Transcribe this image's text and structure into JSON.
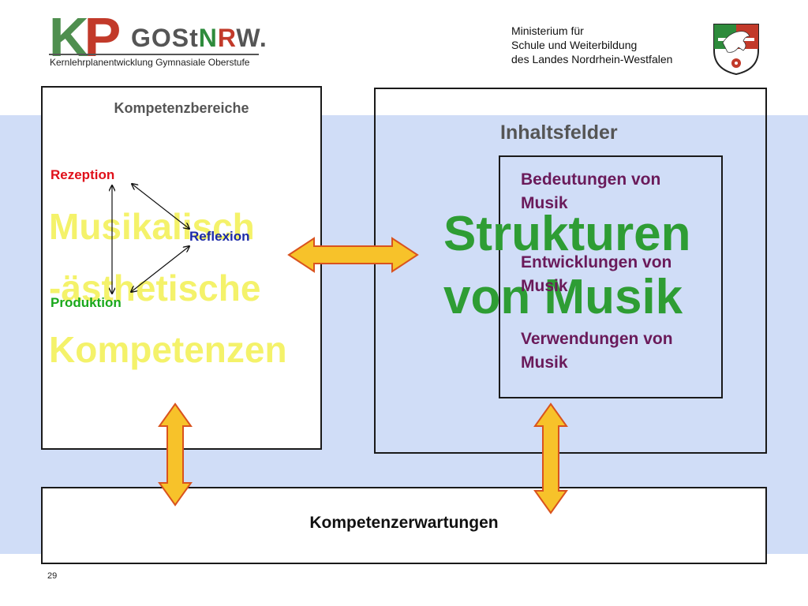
{
  "header": {
    "logo_k": "K",
    "logo_p": "P",
    "logo_gost_prefix": "GOSt",
    "logo_gost_n": "N",
    "logo_gost_r": "R",
    "logo_gost_w": "W.",
    "logo_subtitle": "Kernlehrplanentwicklung Gymnasiale Oberstufe",
    "ministry_line1": "Ministerium für",
    "ministry_line2": "Schule und Weiterbildung",
    "ministry_line3": "des Landes Nordrhein-Westfalen"
  },
  "left_box": {
    "title": "Kompetenzbereiche",
    "big_text_line1": "Musikalisch",
    "big_text_line2": "-ästhetische",
    "big_text_line3": "Kompetenzen",
    "node_rezeption": "Rezeption",
    "node_reflexion": "Reflexion",
    "node_produktion": "Produktion"
  },
  "right_box": {
    "title": "Inhaltsfelder",
    "big_text_line1": "Strukturen",
    "big_text_line2": "von Musik",
    "items": [
      {
        "line1": "Bedeutungen von",
        "line2": "Musik"
      },
      {
        "line1": "Entwicklungen von",
        "line2": "Musik"
      },
      {
        "line1": "Verwendungen von",
        "line2": "Musik"
      }
    ]
  },
  "bottom_box": {
    "label": "Kompetenzerwartungen"
  },
  "page_number": "29",
  "colors": {
    "band": "#d0ddf7",
    "arrow_fill": "#f7c22a",
    "arrow_stroke": "#d9531e",
    "rezeption": "#e0101a",
    "reflexion": "#1c2aa8",
    "produktion": "#1aa81c",
    "purple_text": "#6a1a5a"
  },
  "icons": {
    "crest": "nrw-coat-of-arms-icon",
    "arrows": "double-headed-arrow-icon"
  }
}
